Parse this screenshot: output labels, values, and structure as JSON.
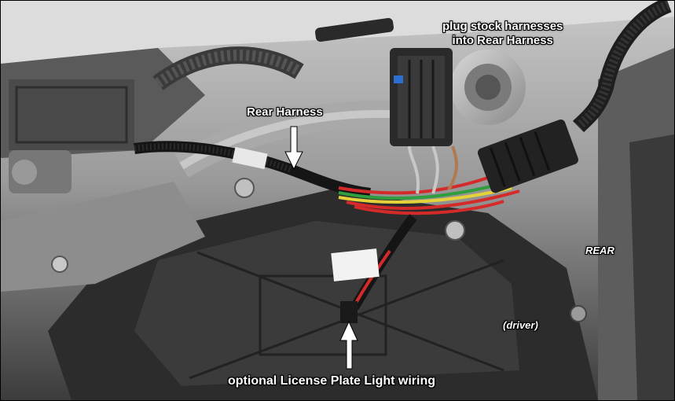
{
  "photo": {
    "subject": "rear harness wiring under vehicle body"
  },
  "labels": {
    "plug_line1": "plug stock harnesses",
    "plug_line2": "into Rear Harness",
    "rear_harness": "Rear Harness",
    "rear": "REAR",
    "driver": "(driver)",
    "license": "optional License Plate Light wiring"
  },
  "colors": {
    "wire_red": "#d42a2a",
    "wire_green": "#2f9e3f",
    "wire_yellow": "#e4d23a",
    "connector": "#2a2a2a",
    "chassis": "#6b6b6b"
  }
}
